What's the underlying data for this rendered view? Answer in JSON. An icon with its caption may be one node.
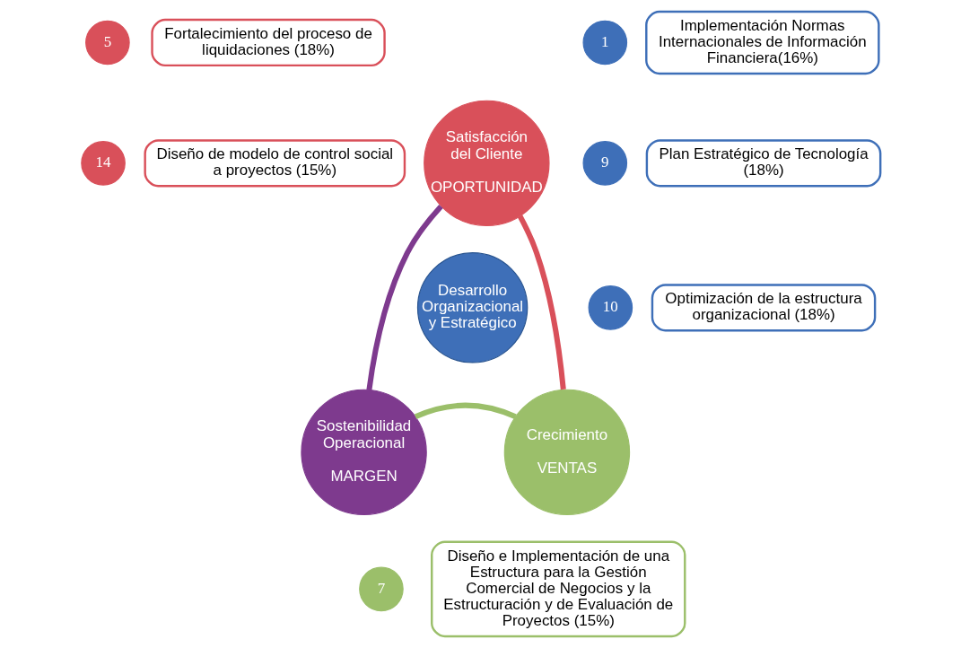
{
  "diagram": {
    "nodes": [
      {
        "text": [
          "5"
        ]
      },
      {
        "text": [
          "Fortalecimiento del proceso de liquidaciones (18%)"
        ]
      },
      {
        "text": [
          "1"
        ]
      },
      {
        "text": [
          "Implementación Normas Internacionales de Información Financiera(16%)"
        ]
      },
      {
        "text": [
          "9"
        ]
      },
      {
        "text": [
          "Plan Estratégico de Tecnología (18%)"
        ]
      },
      {
        "text": [
          "14"
        ]
      },
      {
        "text": [
          "Diseño de modelo de control social a proyectos (15%)"
        ]
      },
      {
        "text": [
          "Satisfacción del Cliente",
          "OPORTUNIDAD"
        ]
      },
      {
        "text": [
          "10"
        ]
      },
      {
        "text": [
          "Optimización de la estructura organizacional (18%)"
        ]
      },
      {
        "text": [
          "Desarrollo Organizacional y Estratégico"
        ]
      },
      {
        "text": [
          "Sostenibilidad Operacional",
          "MARGEN"
        ]
      },
      {
        "text": [
          "Crecimiento",
          "VENTAS"
        ]
      },
      {
        "text": [
          "7"
        ]
      },
      {
        "text": [
          "Diseño e Implementación de una Estructura para la Gestión Comercial de Negocios y la Estructuración y de Evaluación de Proyectos (15%)"
        ]
      }
    ],
    "edges": [
      {
        "from": 8,
        "to": 13,
        "arrow": "none",
        "color": "#d9505a"
      },
      {
        "from": 13,
        "to": 12,
        "arrow": "none",
        "color": "#9bbf6a"
      },
      {
        "from": 12,
        "to": 8,
        "arrow": "none",
        "color": "#7e3a8e"
      }
    ]
  }
}
